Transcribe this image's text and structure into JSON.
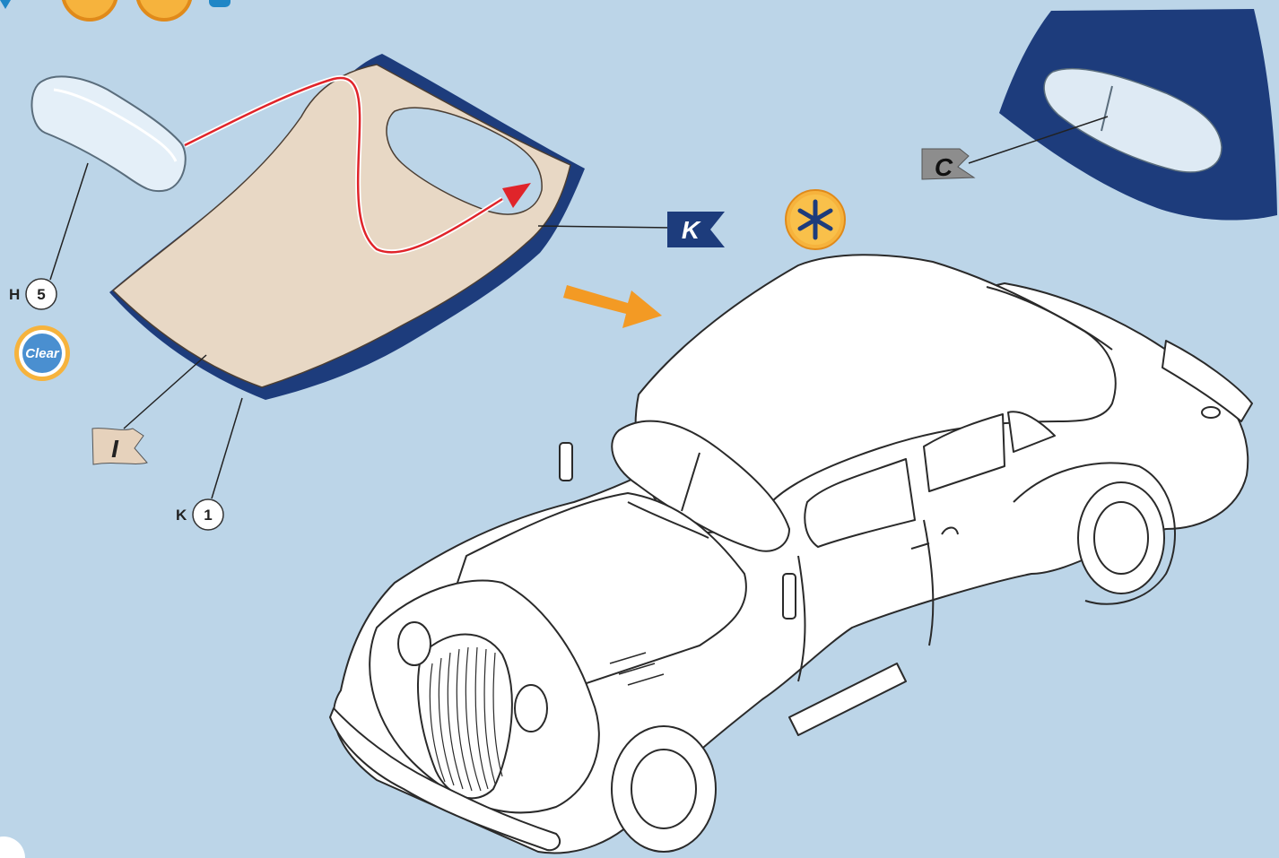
{
  "labels": {
    "part_h": {
      "prefix": "H",
      "number": "5"
    },
    "part_k": {
      "prefix": "K",
      "number": "1"
    },
    "clear_badge": "Clear",
    "flag_k": "K",
    "flag_i": "I",
    "flag_c": "C"
  },
  "colors": {
    "background": "#bcd5e8",
    "roof_inner_tan": "#e8d8c5",
    "roof_outer_blue": "#1d3c7c",
    "window_clear": "#deeaf4",
    "flag_grey": "#8d8d8d",
    "flag_blue": "#1d3c7c",
    "flag_tan": "#e6d2bc",
    "glue_orange": "#f6b33d",
    "arrow_orange": "#f39a24",
    "guide_red": "#e0242a"
  },
  "icons": {
    "assembly_arrow": "arrow-right-icon",
    "glue_marker": "asterisk-icon",
    "paint_badge": "clear-paint-icon"
  }
}
